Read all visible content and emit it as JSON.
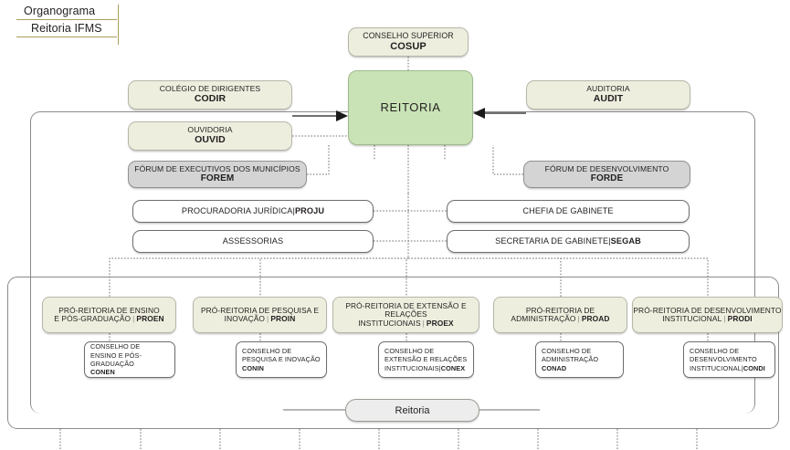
{
  "header": {
    "line1": "Organograma",
    "line2": "Reitoria IFMS"
  },
  "nodes": {
    "cosup": {
      "line1": "CONSELHO SUPERIOR",
      "line2": "COSUP"
    },
    "reitoria": {
      "line1": "REITORIA"
    },
    "codir": {
      "line1": "COLÉGIO DE DIRIGENTES",
      "line2": "CODIR"
    },
    "ouvid": {
      "line1": "OUVIDORIA",
      "line2": "OUVID"
    },
    "audit": {
      "line1": "AUDITORIA",
      "line2": "AUDIT"
    },
    "forem": {
      "line1": "FÓRUM DE EXECUTIVOS DOS MUNICÍPIOS",
      "line2": "FOREM"
    },
    "forde": {
      "line1": "FÓRUM DE DESENVOLVIMENTO",
      "line2": "FORDE"
    },
    "proju": {
      "line1": "PROCURADORIA JURÍDICA",
      "sep": "|",
      "line2": "PROJU"
    },
    "assessorias": {
      "line1": "ASSESSORIAS"
    },
    "chefia": {
      "line1": "CHEFIA DE GABINETE"
    },
    "segab": {
      "line1": "SECRETARIA DE GABINETE",
      "sep": "|",
      "line2": "SEGAB"
    }
  },
  "pro_reitorias": [
    {
      "id": "proen",
      "line1": "PRÓ-REITORIA DE ENSINO",
      "line2": "E PÓS-GRADUAÇÃO",
      "sep": "|",
      "acronym": "PROEN"
    },
    {
      "id": "proin",
      "line1": "PRÓ-REITORIA DE PESQUISA E",
      "line2": "INOVAÇÃO",
      "sep": "|",
      "acronym": "PROIN"
    },
    {
      "id": "proex",
      "line1": "PRÓ-REITORIA DE EXTENSÃO E RELAÇÕES",
      "line2": "INSTITUCIONAIS",
      "sep": "|",
      "acronym": "PROEX"
    },
    {
      "id": "proad",
      "line1": "PRÓ-REITORIA DE",
      "line2": "ADMINISTRAÇÃO",
      "sep": "|",
      "acronym": "PROAD"
    },
    {
      "id": "prodi",
      "line1": "PRÓ-REITORIA DE DESENVOLVIMENTO",
      "line2": "INSTITUCIONAL",
      "sep": "|",
      "acronym": "PRODI"
    }
  ],
  "conselhos": [
    {
      "id": "conen",
      "line1": "CONSELHO DE",
      "line2": "ENSINO E PÓS-GRADUAÇÃO",
      "line3": "",
      "sep": "",
      "acronym": "CONEN"
    },
    {
      "id": "conin",
      "line1": "CONSELHO DE",
      "line2": "PESQUISA E INOVAÇÃO",
      "line3": "",
      "sep": "",
      "acronym": "CONIN"
    },
    {
      "id": "conex",
      "line1": "CONSELHO DE",
      "line2": "EXTENSÃO E RELAÇÕES",
      "line3": "INSTITUCIONAIS",
      "sep": "|",
      "acronym": "CONEX"
    },
    {
      "id": "conad",
      "line1": "CONSELHO DE",
      "line2": "ADMINISTRAÇÃO",
      "line3": "",
      "sep": "",
      "acronym": "CONAD"
    },
    {
      "id": "condi",
      "line1": "CONSELHO DE",
      "line2": "DESENVOLVIMENTO",
      "line3": "INSTITUCIONAL",
      "sep": "|",
      "acronym": "CONDI"
    }
  ],
  "footer_pill": {
    "label": "Reitoria"
  },
  "colors": {
    "beige": "#eeeede",
    "grey": "#d4d4d4",
    "green": "#c9e3b6",
    "white": "#ffffff",
    "rule": "#a9a05a",
    "line": "#8b8b8b",
    "text": "#231f20"
  }
}
